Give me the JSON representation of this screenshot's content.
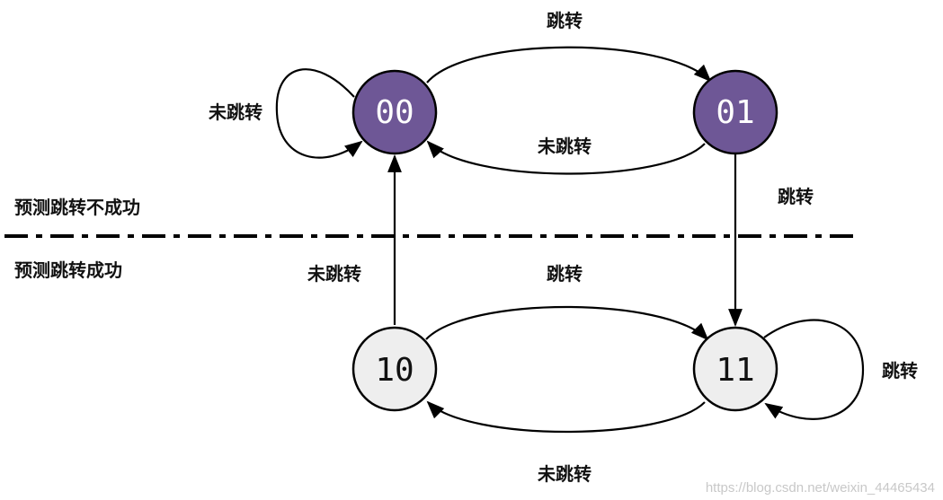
{
  "colors": {
    "strong_fill": "#6e5796",
    "strong_text": "#ffffff",
    "weak_fill": "#eeeeee",
    "weak_text": "#111111",
    "stroke": "#000000"
  },
  "states": {
    "s00": {
      "label": "00"
    },
    "s01": {
      "label": "01"
    },
    "s10": {
      "label": "10"
    },
    "s11": {
      "label": "11"
    }
  },
  "regions": {
    "top": "预测跳转不成功",
    "bottom": "预测跳转成功"
  },
  "edges": {
    "s00_self": "未跳转",
    "s00_to_s01": "跳转",
    "s01_to_s00": "未跳转",
    "s01_to_s11": "跳转",
    "s10_to_s00": "未跳转",
    "s10_to_s11": "跳转",
    "s11_to_s10": "未跳转",
    "s11_self": "跳转"
  },
  "watermark": "https://blog.csdn.net/weixin_44465434"
}
